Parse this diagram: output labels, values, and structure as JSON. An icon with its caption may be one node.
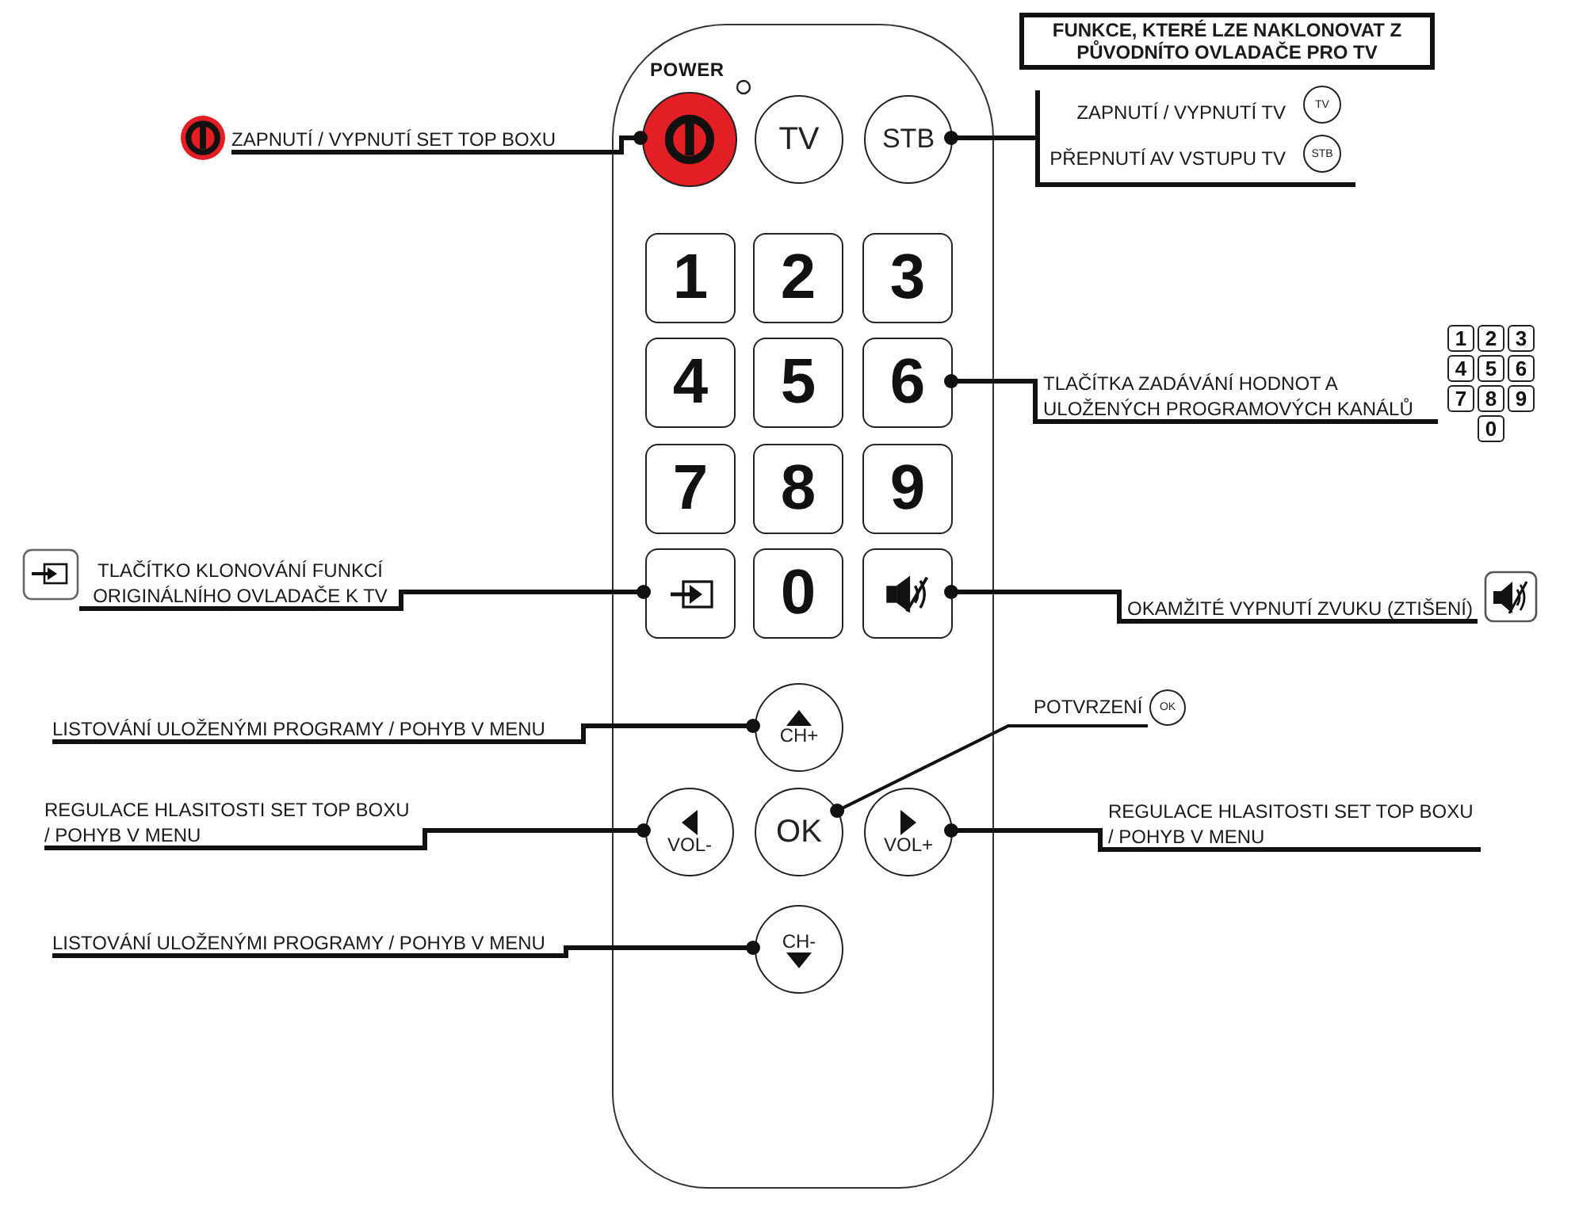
{
  "diagram": {
    "nodes": [
      {
        "text": [
          "POWER"
        ]
      },
      {
        "text": [],
        "shape": "circle",
        "in": 0
      },
      {
        "text": [
          "TV"
        ],
        "in": 0
      },
      {
        "text": [
          "STB"
        ],
        "in": 0
      },
      {
        "text": [
          "1"
        ],
        "in": 0
      },
      {
        "text": [
          "2"
        ],
        "in": 0
      },
      {
        "text": [
          "3"
        ],
        "in": 0
      },
      {
        "text": [
          "4"
        ],
        "in": 0
      },
      {
        "text": [
          "5"
        ],
        "in": 0
      },
      {
        "text": [
          "6"
        ],
        "in": 0
      },
      {
        "text": [
          "7"
        ],
        "in": 0
      },
      {
        "text": [
          "8"
        ],
        "in": 0
      },
      {
        "text": [
          "9"
        ],
        "in": 0
      },
      {
        "text": [],
        "shape": "box",
        "in": 0
      },
      {
        "text": [
          "0"
        ],
        "in": 0
      },
      {
        "text": [],
        "shape": "box",
        "in": 0
      },
      {
        "text": [
          "CH+"
        ],
        "in": 0
      },
      {
        "text": [
          "VOL-"
        ],
        "in": 0
      },
      {
        "text": [
          "OK"
        ],
        "in": 0
      },
      {
        "text": [
          "VOL+"
        ],
        "in": 0
      },
      {
        "text": [
          "CH-"
        ],
        "in": 0
      },
      {
        "text": [
          "ZAPNUTÍ / VYPNUTÍ SET TOP BOXU"
        ]
      },
      {
        "text": [
          "FUNKCE, KTERÉ LZE NAKLONOVAT Z PŮVODNÍTO OVLADAČE PRO TV"
        ]
      },
      {
        "text": [
          "ZAPNUTÍ / VYPNUTÍ TV",
          "PŘEPNUTÍ AV VSTUPU TV"
        ]
      },
      {
        "text": [
          "TV"
        ],
        "in": 23
      },
      {
        "text": [
          "STB"
        ],
        "in": 23
      },
      {
        "text": [
          "TLAČÍTKA ZADÁVÁNÍ HODNOT A ULOŽENÝCH PROGRAMOVÝCH KANÁLŮ"
        ]
      },
      {
        "text": [
          "1"
        ]
      },
      {
        "text": [
          "2"
        ]
      },
      {
        "text": [
          "3"
        ]
      },
      {
        "text": [
          "4"
        ]
      },
      {
        "text": [
          "5"
        ]
      },
      {
        "text": [
          "6"
        ]
      },
      {
        "text": [
          "7"
        ]
      },
      {
        "text": [
          "8"
        ]
      },
      {
        "text": [
          "9"
        ]
      },
      {
        "text": [
          "0"
        ]
      },
      {
        "text": [
          "TLAČÍTKO KLONOVÁNÍ FUNKCÍ ORIGINÁLNÍHO OVLADAČE K TV"
        ]
      },
      {
        "text": [
          "OKAMŽITÉ VYPNUTÍ ZVUKU (ZTIŠENÍ)"
        ]
      },
      {
        "text": [
          "LISTOVÁNÍ ULOŽENÝMI PROGRAMY / POHYB V MENU"
        ]
      },
      {
        "text": [
          "POTVRZENÍ"
        ]
      },
      {
        "text": [
          "OK"
        ]
      },
      {
        "text": [
          "REGULACE HLASITOSTI SET TOP BOXU / POHYB V MENU"
        ]
      },
      {
        "text": [
          "REGULACE HLASITOSTI SET TOP BOXU / POHYB V MENU"
        ]
      },
      {
        "text": [
          "LISTOVÁNÍ ULOŽENÝMI PROGRAMY / POHYB V MENU"
        ]
      }
    ],
    "edges": [
      {
        "from": 21,
        "to": 1,
        "arrow": "other"
      },
      {
        "from": 23,
        "to": 3,
        "arrow": "other"
      },
      {
        "from": 26,
        "to": 9,
        "arrow": "other"
      },
      {
        "from": 37,
        "to": 13,
        "arrow": "other"
      },
      {
        "from": 38,
        "to": 15,
        "arrow": "other"
      },
      {
        "from": 39,
        "to": 16,
        "arrow": "other"
      },
      {
        "from": 40,
        "to": 18,
        "arrow": "other"
      },
      {
        "from": 42,
        "to": 17,
        "arrow": "other"
      },
      {
        "from": 43,
        "to": 19,
        "arrow": "other"
      },
      {
        "from": 44,
        "to": 20,
        "arrow": "other"
      }
    ]
  }
}
